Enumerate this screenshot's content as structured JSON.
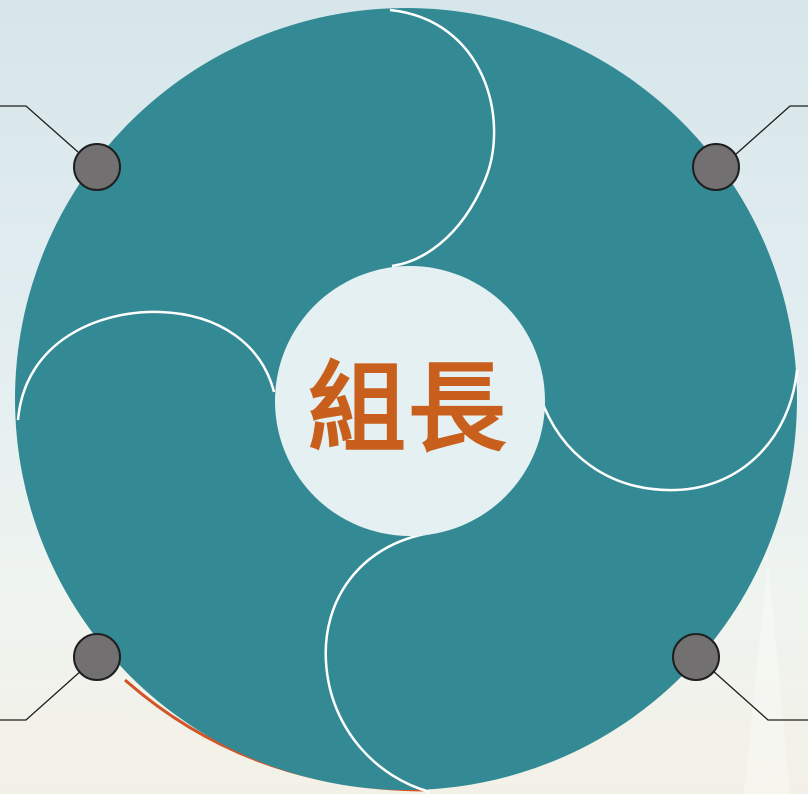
{
  "center": {
    "label": "組長"
  },
  "colors": {
    "disc": "#338a95",
    "center_fill": "#e4f0f2",
    "label": "#c95f1d",
    "accent_edge": "#d2552a",
    "node": "#727070",
    "node_outline": "#1e1e1e",
    "connector": "#1e1e1e",
    "seam": "#ffffff"
  },
  "nodes": [
    {
      "name": "node-top-left"
    },
    {
      "name": "node-top-right"
    },
    {
      "name": "node-bottom-left"
    },
    {
      "name": "node-bottom-right"
    }
  ]
}
